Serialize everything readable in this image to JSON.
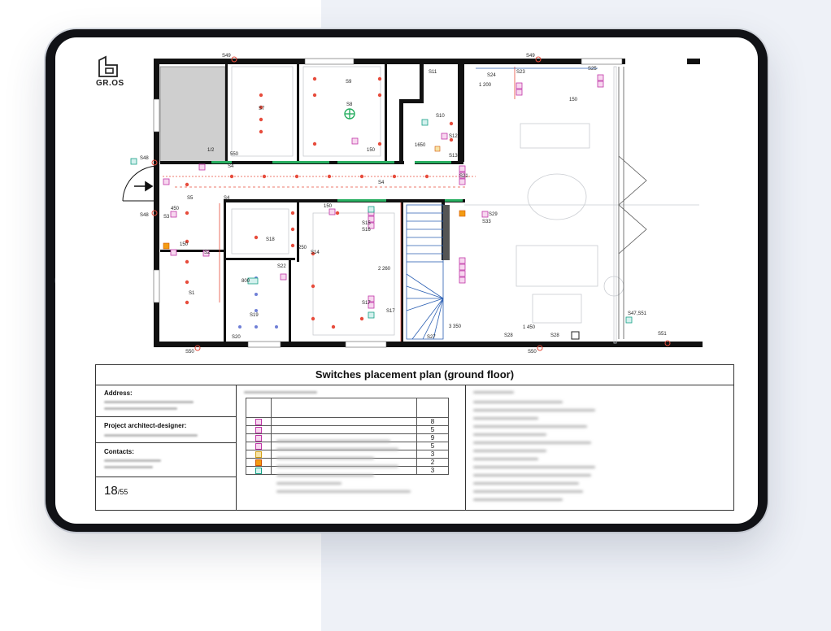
{
  "brand": {
    "logo_text": "GR.OS"
  },
  "plan": {
    "labels": {
      "s49a": "S49",
      "s49b": "S49",
      "s50a": "S50",
      "s50b": "S50",
      "s51": "S51",
      "s7": "S7",
      "s9": "S9",
      "s8": "S8",
      "s11": "S11",
      "s10": "S10",
      "s12": "S12",
      "s13": "S13",
      "s4a": "S4",
      "s4b": "S4",
      "s4c": "S4",
      "s5": "S5",
      "s3": "S3",
      "s1": "S1",
      "s2": "S2",
      "s48a": "S48",
      "s48b": "S48",
      "s18": "S18",
      "s14": "S14",
      "s15": "S15",
      "s16": "S16",
      "s17a": "S17",
      "s17b": "S17",
      "s19": "S19",
      "s20": "S20",
      "s22": "S22",
      "s21": "S21",
      "s23": "S23",
      "s24": "S24",
      "s25": "S25",
      "s27": "S27",
      "s28a": "S28",
      "s28b": "S28",
      "s29": "S29",
      "s33": "S33",
      "s47": "S47,S51",
      "d1200": "1 200",
      "d150a": "150",
      "d150b": "150",
      "d150c": "150",
      "d150d": "150",
      "d550": "550",
      "d1650": "1650",
      "d1450": "1 450",
      "d3350": "3 350",
      "d2260": "2 260",
      "d800": "800",
      "d250": "250",
      "d450": "450",
      "half": "1/2"
    }
  },
  "title_block": {
    "title": "Switches placement plan (ground floor)",
    "address_label": "Address:",
    "architect_label": "Project architect-designer:",
    "contacts_label": "Contacts:",
    "page_current": "18",
    "page_total": "/55",
    "quantities": [
      "8",
      "5",
      "9",
      "5",
      "3",
      "2",
      "3"
    ]
  }
}
